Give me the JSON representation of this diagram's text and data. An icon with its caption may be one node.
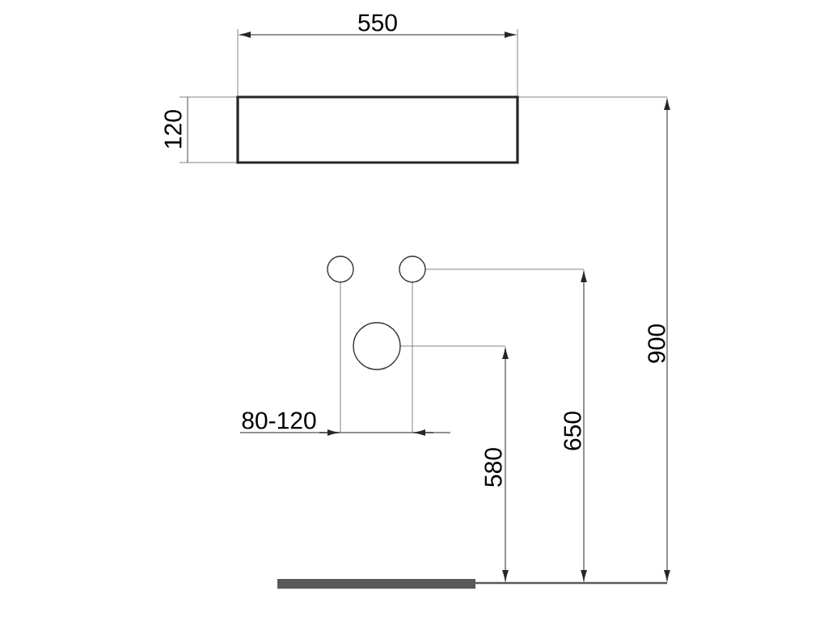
{
  "diagram": {
    "labels": [
      "550",
      "120",
      "900",
      "80-120",
      "650",
      "580"
    ]
  }
}
